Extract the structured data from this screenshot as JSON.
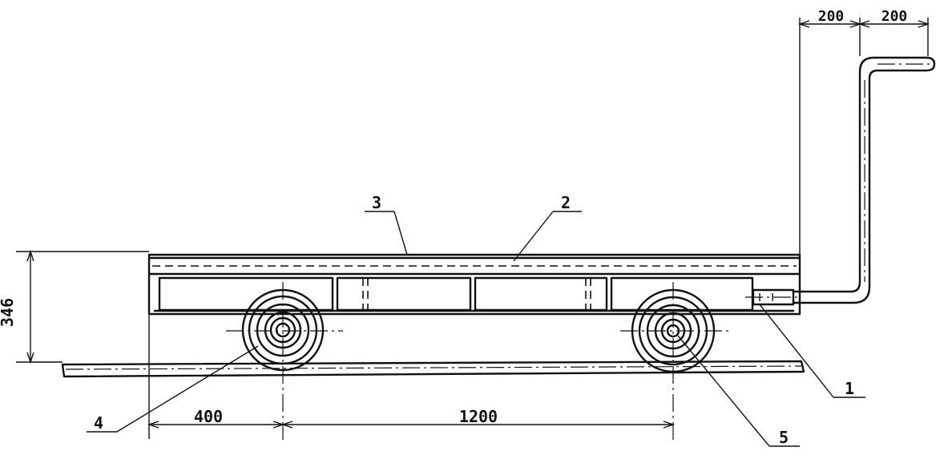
{
  "dimensions": {
    "height": "346",
    "front_overhang": "400",
    "wheelbase": "1200",
    "handle_offset_1": "200",
    "handle_offset_2": "200"
  },
  "callouts": {
    "c1": "1",
    "c2": "2",
    "c3": "3",
    "c4": "4",
    "c5": "5"
  }
}
